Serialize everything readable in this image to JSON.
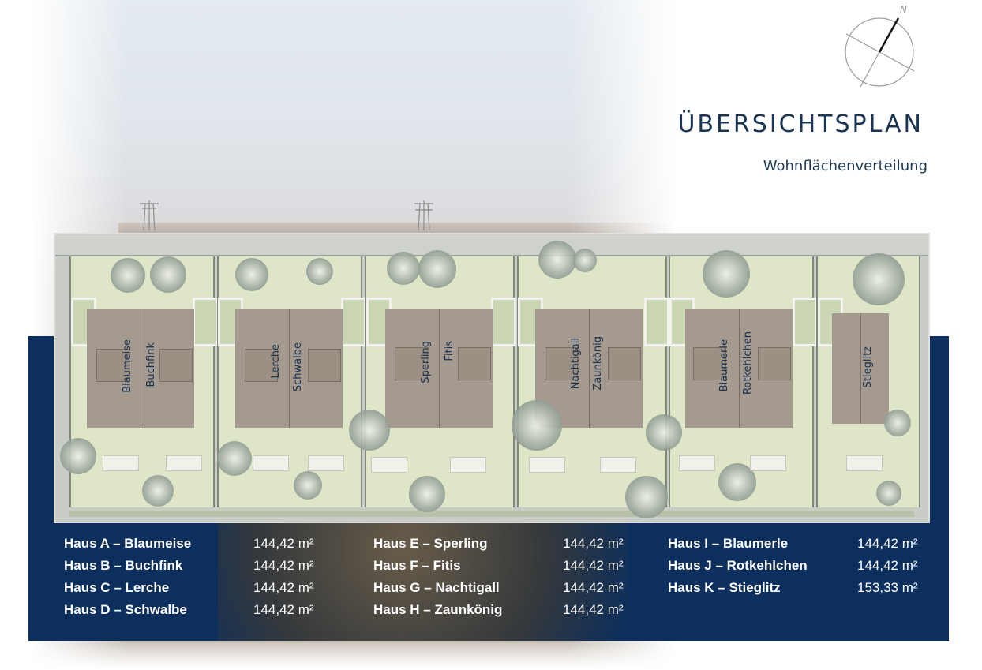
{
  "header": {
    "title": "ÜBERSICHTSPLAN",
    "subtitle": "Wohnflächenverteilung",
    "compass_label": "N"
  },
  "plan": {
    "plot_labels": [
      [
        "Blaumeise",
        "Buchfink"
      ],
      [
        "Lerche",
        "Schwalbe"
      ],
      [
        "Sperling",
        "Fitis"
      ],
      [
        "Nachtigall",
        "Zaunkönig"
      ],
      [
        "Blaumerle",
        "Rotkehlchen"
      ],
      [
        "Stieglitz"
      ]
    ]
  },
  "houses": {
    "col1": [
      {
        "name": "Haus A – Blaumeise",
        "area": "144,42 m²"
      },
      {
        "name": "Haus B – Buchfink",
        "area": "144,42 m²"
      },
      {
        "name": "Haus C – Lerche",
        "area": "144,42 m²"
      },
      {
        "name": "Haus D – Schwalbe",
        "area": "144,42 m²"
      }
    ],
    "col2": [
      {
        "name": "Haus E – Sperling",
        "area": "144,42 m²"
      },
      {
        "name": "Haus F – Fitis",
        "area": "144,42 m²"
      },
      {
        "name": "Haus G – Nachtigall",
        "area": "144,42 m²"
      },
      {
        "name": "Haus H – Zaunkönig",
        "area": "144,42 m²"
      }
    ],
    "col3": [
      {
        "name": "Haus I – Blaumerle",
        "area": "144,42 m²"
      },
      {
        "name": "Haus J – Rotkehlchen",
        "area": "144,42 m²"
      },
      {
        "name": "Haus K – Stieglitz",
        "area": "153,33 m²"
      }
    ]
  },
  "colors": {
    "panel_blue": "#0c2f5d",
    "title_color": "#1a3553"
  }
}
